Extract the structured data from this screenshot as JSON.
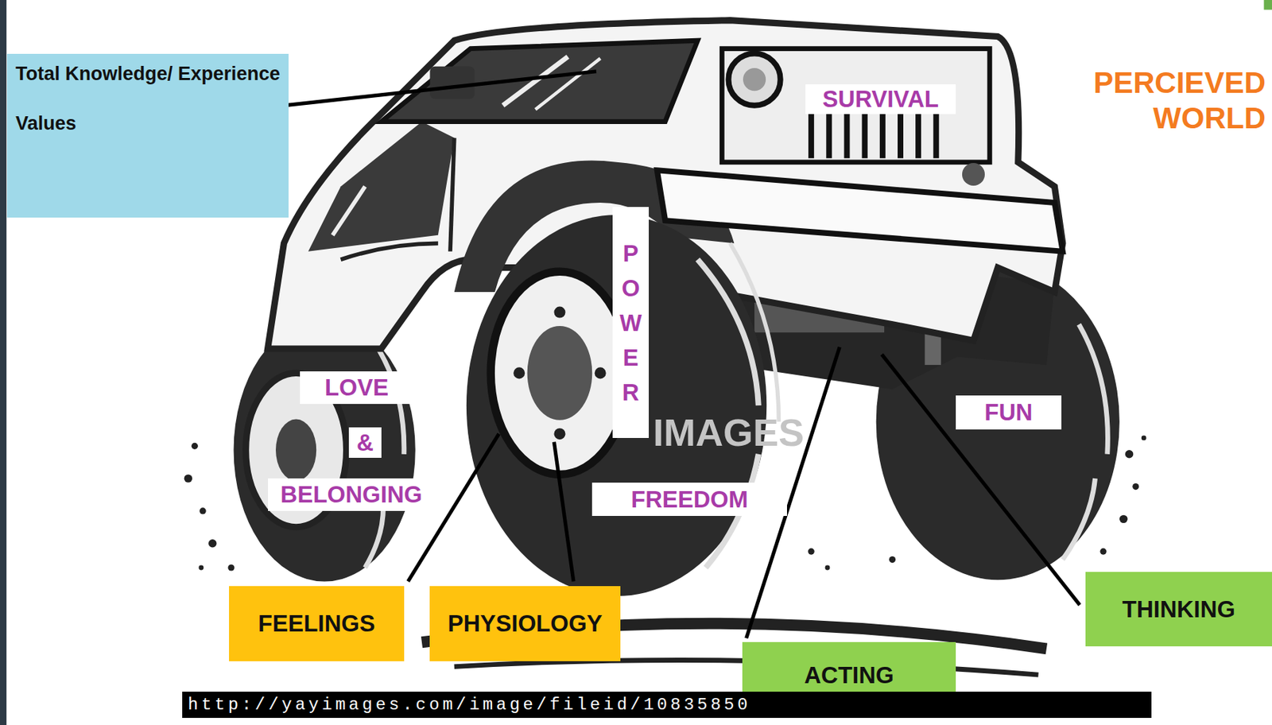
{
  "diagram": {
    "nodes": [
      {
        "text": [
          "Total Knowledge/ Experience",
          "Values"
        ]
      },
      {
        "text": [
          "SURVIVAL"
        ]
      },
      {
        "text": [
          "POWER"
        ]
      },
      {
        "text": [
          "LOVE"
        ]
      },
      {
        "text": [
          "&"
        ]
      },
      {
        "text": [
          "FUN"
        ]
      },
      {
        "text": [
          "BELONGING"
        ]
      },
      {
        "text": [
          "FREEDOM"
        ]
      },
      {
        "text": [
          "FEELINGS"
        ]
      },
      {
        "text": [
          "PHYSIOLOGY"
        ]
      },
      {
        "text": [
          "THINKING"
        ]
      },
      {
        "text": [
          "ACTING"
        ]
      },
      {
        "text": [
          "http://yayimages.com/image/fileid/10835850"
        ]
      }
    ],
    "labels": [
      "PERCIEVED WORLD",
      "IMAGES"
    ]
  }
}
